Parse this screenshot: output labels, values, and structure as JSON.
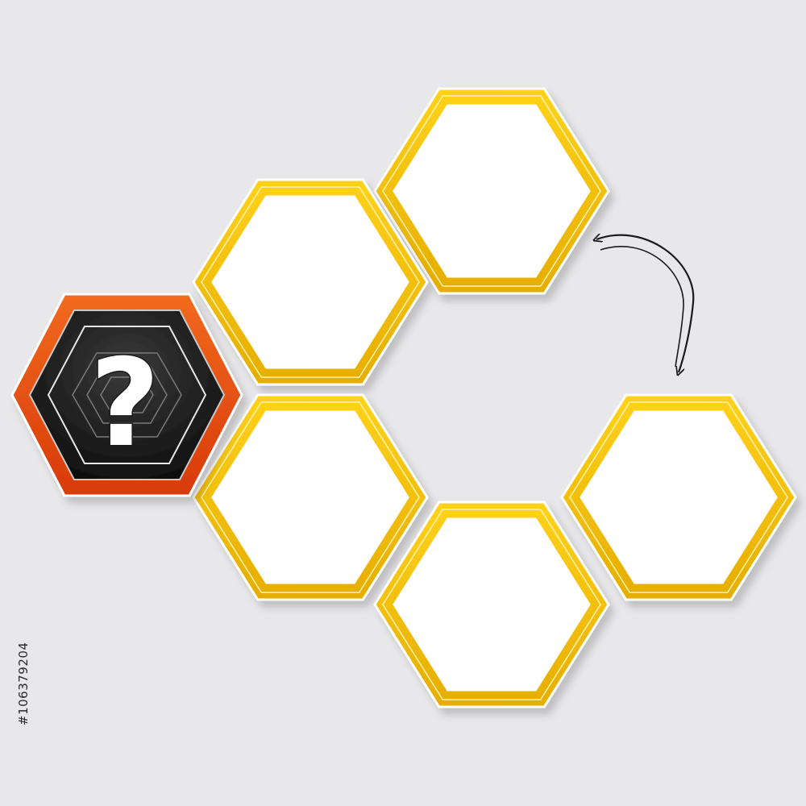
{
  "colors": {
    "background": "#e8e8ea",
    "frame_yellow": "#f2c200",
    "frame_yellow_dark": "#d9a800",
    "frame_orange": "#e84a10",
    "badge_black": "#161616",
    "cell_fill": "#ffffff",
    "arrow": "#1a1a1a"
  },
  "badge": {
    "icon": "question-mark-icon",
    "glyph": "?"
  },
  "cells": [
    {
      "name": "hexagon-cell-top"
    },
    {
      "name": "hexagon-cell-upper-left"
    },
    {
      "name": "hexagon-cell-lower-left"
    },
    {
      "name": "hexagon-cell-bottom"
    },
    {
      "name": "hexagon-cell-right"
    }
  ],
  "connector": {
    "icon": "curved-double-arrow-icon"
  },
  "stock_id": "#106379204"
}
